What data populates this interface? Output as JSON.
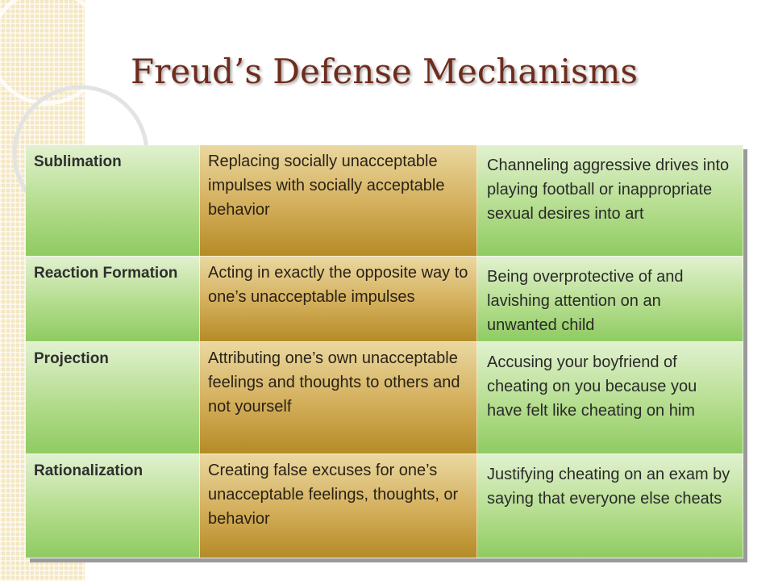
{
  "slide": {
    "title": "Freud’s Defense Mechanisms"
  },
  "table": {
    "rows": [
      {
        "term": "Sublimation",
        "definition": "Replacing socially unacceptable impulses with socially acceptable behavior",
        "example": "Channeling aggressive drives into playing football or inappropriate sexual desires into art"
      },
      {
        "term": "Reaction Formation",
        "definition": "Acting in exactly the opposite way to one’s unacceptable impulses",
        "example": "Being overprotective of and lavishing attention on an unwanted child"
      },
      {
        "term": "Projection",
        "definition": "Attributing one’s own unacceptable feelings and thoughts to others and not yourself",
        "example": "Accusing your boyfriend of cheating on you because you have felt like cheating on him"
      },
      {
        "term": "Rationalization",
        "definition": "Creating false excuses for one’s unacceptable feelings, thoughts, or behavior",
        "example": "Justifying cheating on an exam by saying that everyone else cheats"
      }
    ]
  },
  "colors": {
    "title": "#6e2c1c",
    "green_cell": "#b3dc8c",
    "gold_cell": "#d3ae5a",
    "strip": "#f4e7c3"
  }
}
